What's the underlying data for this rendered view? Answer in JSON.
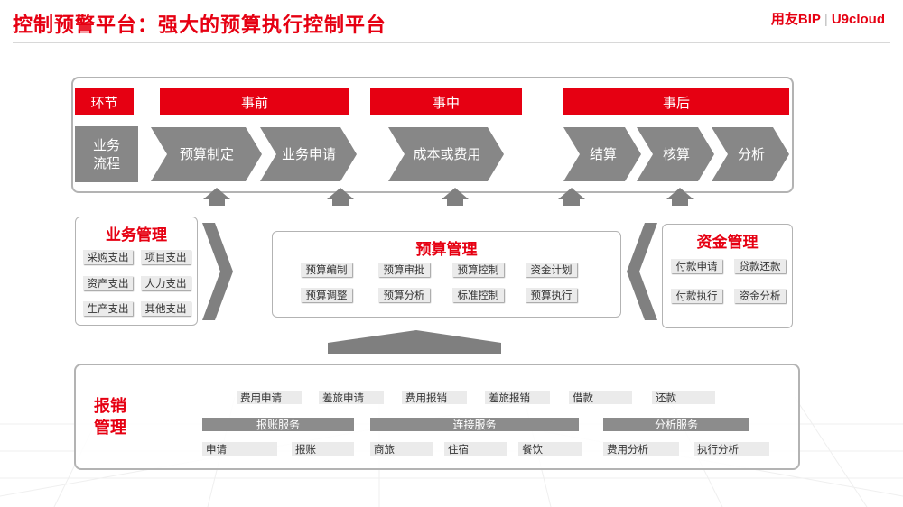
{
  "header": {
    "title": "控制预警平台：强大的预算执行控制平台",
    "logo_brand": "用友BIP",
    "logo_product": "U9cloud"
  },
  "top_panel": {
    "stage_label": "环节",
    "stages": {
      "before": "事前",
      "during": "事中",
      "after": "事后"
    },
    "process_label": "业务\n流程",
    "steps": [
      "预算制定",
      "业务申请",
      "成本或费用",
      "结算",
      "核算",
      "分析"
    ]
  },
  "business_mgmt": {
    "title": "业务管理",
    "items": [
      "采购支出",
      "项目支出",
      "资产支出",
      "人力支出",
      "生产支出",
      "其他支出"
    ]
  },
  "budget_mgmt": {
    "title": "预算管理",
    "items": [
      "预算编制",
      "预算审批",
      "预算控制",
      "资金计划",
      "预算调整",
      "预算分析",
      "标准控制",
      "预算执行"
    ]
  },
  "fund_mgmt": {
    "title": "资金管理",
    "items": [
      "付款申请",
      "贷款还款",
      "付款执行",
      "资金分析"
    ]
  },
  "reimbursement": {
    "title": "报销\n管理",
    "top_items": [
      "费用申请",
      "差旅申请",
      "费用报销",
      "差旅报销",
      "借款",
      "还款"
    ],
    "services": [
      "报账服务",
      "连接服务",
      "分析服务"
    ],
    "bottom_items": [
      "申请",
      "报账",
      "商旅",
      "住宿",
      "餐饮",
      "费用分析",
      "执行分析"
    ]
  },
  "colors": {
    "accent": "#e60012",
    "grey": "#878787",
    "tag_bg": "#ebebeb"
  }
}
